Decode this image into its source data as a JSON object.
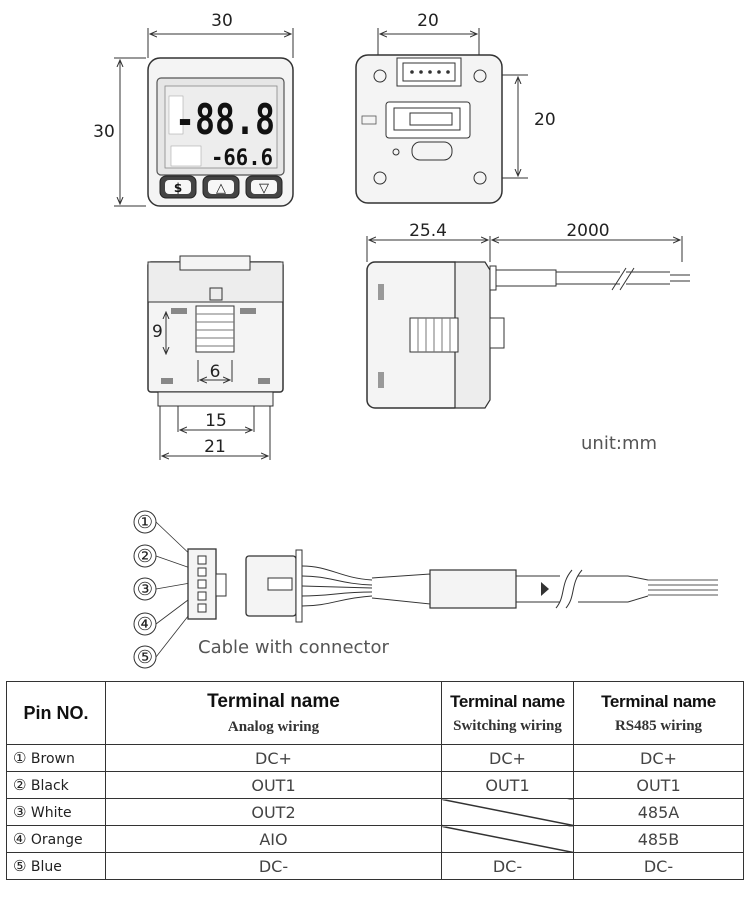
{
  "dimensions": {
    "front_width": "30",
    "front_height": "30",
    "back_width": "20",
    "back_height": "20",
    "bottom_9": "9",
    "bottom_6": "6",
    "bottom_15": "15",
    "bottom_21": "21",
    "side_depth": "25.4",
    "cable_length": "2000"
  },
  "unit_label": "unit:mm",
  "display": {
    "main_value": "-88.8",
    "sub_value": "-66.6",
    "button_set": "$",
    "button_up": "△",
    "button_down": "▽"
  },
  "connector": {
    "caption": "Cable with connector",
    "pin_markers": [
      "①",
      "②",
      "③",
      "④",
      "⑤"
    ]
  },
  "pin_table": {
    "pin_header": "Pin NO.",
    "columns": [
      {
        "title": "Terminal name",
        "subtitle": "Analog wiring"
      },
      {
        "title": "Terminal name",
        "subtitle": "Switching wiring"
      },
      {
        "title": "Terminal name",
        "subtitle": "RS485 wiring"
      }
    ],
    "rows": [
      {
        "num": "①",
        "color": "Brown",
        "analog": "DC+",
        "switching": "DC+",
        "rs485": "DC+"
      },
      {
        "num": "②",
        "color": "Black",
        "analog": "OUT1",
        "switching": "OUT1",
        "rs485": "OUT1"
      },
      {
        "num": "③",
        "color": "White",
        "analog": "OUT2",
        "switching": "",
        "rs485": "485A"
      },
      {
        "num": "④",
        "color": "Orange",
        "analog": "AIO",
        "switching": "",
        "rs485": "485B"
      },
      {
        "num": "⑤",
        "color": "Blue",
        "analog": "DC-",
        "switching": "DC-",
        "rs485": "DC-"
      }
    ]
  }
}
